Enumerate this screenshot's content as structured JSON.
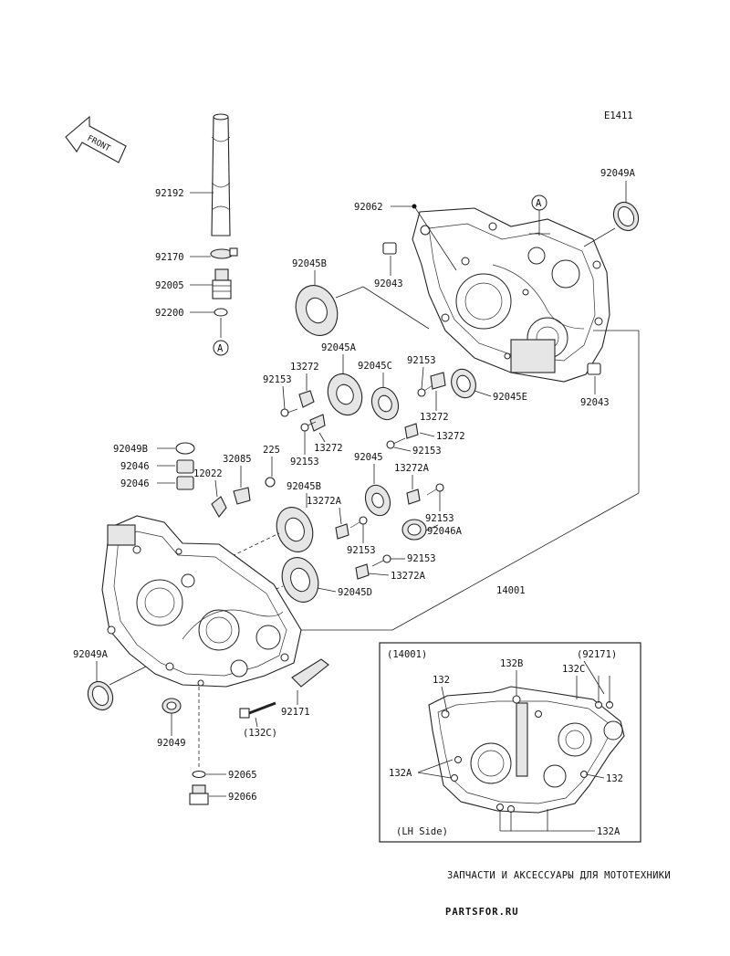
{
  "diagram_code": "E1411",
  "front_label": "FRONT",
  "callouts": {
    "p92192": "92192",
    "p92170": "92170",
    "p92005": "92005",
    "p92200": "92200",
    "ref_a_left": "A",
    "ref_a_top": "A",
    "p92062": "92062",
    "p92043_top": "92043",
    "p92043_right": "92043",
    "p92049A_top": "92049A",
    "p92045B_top": "92045B",
    "p92045A": "92045A",
    "p92045C": "92045C",
    "p92045E": "92045E",
    "p13272_a": "13272",
    "p13272_b": "13272",
    "p13272_c": "13272",
    "p13272_d": "13272",
    "p92153_a": "92153",
    "p92153_b": "92153",
    "p92153_c": "92153",
    "p92153_d": "92153",
    "p92153_e": "92153",
    "p92153_f": "92153",
    "p92153_g": "92153",
    "p92049B": "92049B",
    "p92046_a": "92046",
    "p92046_b": "92046",
    "p12022": "12022",
    "p32085": "32085",
    "p225": "225",
    "p92045B_mid": "92045B",
    "p92045": "92045",
    "p13272A_a": "13272A",
    "p13272A_b": "13272A",
    "p13272A_c": "13272A",
    "p92046A": "92046A",
    "p92045D": "92045D",
    "p14001": "14001",
    "p92049A_left": "92049A",
    "p92171": "92171",
    "p132C": "(132C)",
    "p92049": "92049",
    "p92065": "92065",
    "p92066": "92066"
  },
  "inset": {
    "ref_14001": "(14001)",
    "ref_92171": "(92171)",
    "l132_top": "132",
    "l132B": "132B",
    "l132C": "132C",
    "l132A_left": "132A",
    "l132_right": "132",
    "l132A_bottom": "132A",
    "caption": "(LH Side)"
  },
  "watermark": {
    "line1": "ЗАПЧАСТИ И АКСЕССУАРЫ ДЛЯ МОТОТЕХНИКИ",
    "line2": "PARTSFOR.RU"
  }
}
